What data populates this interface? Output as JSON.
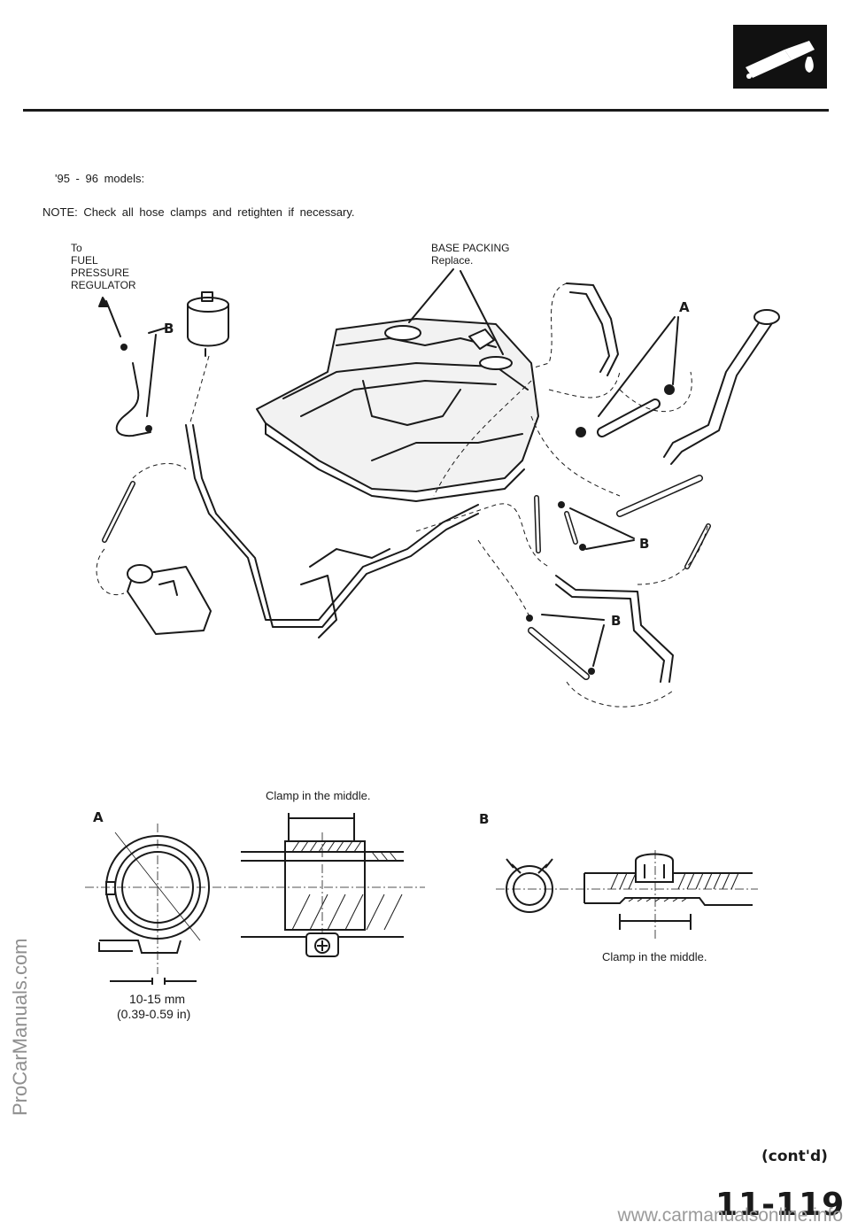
{
  "header": {
    "section_icon": "fuel-nozzle-icon"
  },
  "intro": {
    "models": "'95 - 96 models:",
    "note": "NOTE:  Check all hose clamps and retighten if necessary."
  },
  "diagram": {
    "to_label_lines": [
      "To",
      "FUEL",
      "PRESSURE",
      "REGULATOR"
    ],
    "base_packing": "BASE PACKING",
    "replace": "Replace.",
    "callout_a": "A",
    "callout_b": "B"
  },
  "detail_a": {
    "letter": "A",
    "clamp_note": "Clamp in the middle.",
    "dimension": "10-15 mm",
    "dimension_in": "(0.39-0.59 in)"
  },
  "detail_b": {
    "letter": "B",
    "clamp_note": "Clamp in the middle."
  },
  "footer": {
    "contd": "(cont'd)",
    "page_number": "11-119",
    "site": "www.carmanualsonline.info"
  },
  "watermark": "ProCarManuals.com"
}
